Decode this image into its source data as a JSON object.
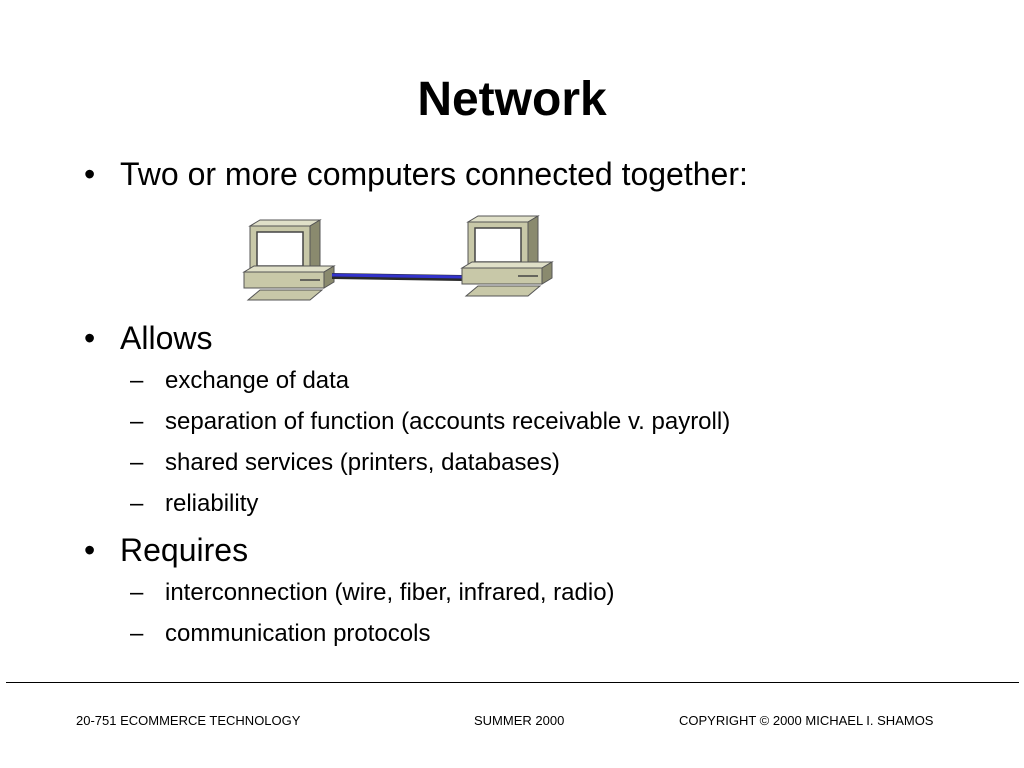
{
  "slide": {
    "title": "Network",
    "bullet_char": "•",
    "dash_char": "–",
    "bullets": [
      {
        "text": "Two or more computers connected together:"
      },
      {
        "text": "Allows",
        "subitems": [
          "exchange of data",
          "separation of function (accounts receivable v. payroll)",
          "shared services (printers, databases)",
          "reliability"
        ]
      },
      {
        "text": "Requires",
        "subitems": [
          "interconnection (wire, fiber, infrared, radio)",
          "communication protocols"
        ]
      }
    ]
  },
  "footer": {
    "left": "20-751 ECOMMERCE TECHNOLOGY",
    "center": "SUMMER 2000",
    "right": "COPYRIGHT © 2000 MICHAEL I. SHAMOS"
  },
  "diagram": {
    "icons": [
      "computer-icon",
      "computer-icon"
    ],
    "colors": {
      "case": "#c8c8a8",
      "screen": "#ffffff",
      "cable": "#3333cc"
    }
  }
}
